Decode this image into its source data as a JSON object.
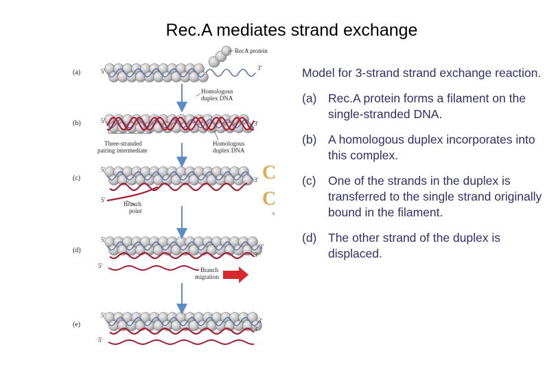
{
  "title": "Rec.A mediates strand exchange",
  "description": {
    "intro": "Model for 3-strand strand exchange reaction.",
    "steps": [
      {
        "label": "(a)",
        "text": "Rec.A protein forms a filament on the single-stranded DNA."
      },
      {
        "label": "(b)",
        "text": "A homologous duplex incorporates into this complex."
      },
      {
        "label": "(c)",
        "text": "One of the strands in the duplex is transferred to the single strand originally bound in the filament."
      },
      {
        "label": "(d)",
        "text": "The other strand of the duplex is displaced."
      }
    ]
  },
  "figure": {
    "panel_labels": [
      "(a)",
      "(b)",
      "(c)",
      "(d)",
      "(e)"
    ],
    "recA_protein": "RecA protein",
    "homologous_duplex_1": [
      "Homologous",
      "duplex DNA"
    ],
    "three_stranded": [
      "Three-stranded",
      "pairing intermediate"
    ],
    "homologous_duplex_2": [
      "Homologous",
      "duplex DNA"
    ],
    "branch_point": [
      "Branch",
      "point"
    ],
    "branch_migration": [
      "Branch",
      "migration"
    ],
    "end_5": "5'",
    "end_3": "3'",
    "stray_s": "s",
    "colors": {
      "protein": "#c8c8c8",
      "ss_dna": "#5a6fa8",
      "duplex_red": "#a41e34",
      "arrow_blue": "#5b8cc8",
      "arrow_red": "#d8282e",
      "clamp": "#e3a94d",
      "text_blue": "#2e2f6e"
    }
  }
}
